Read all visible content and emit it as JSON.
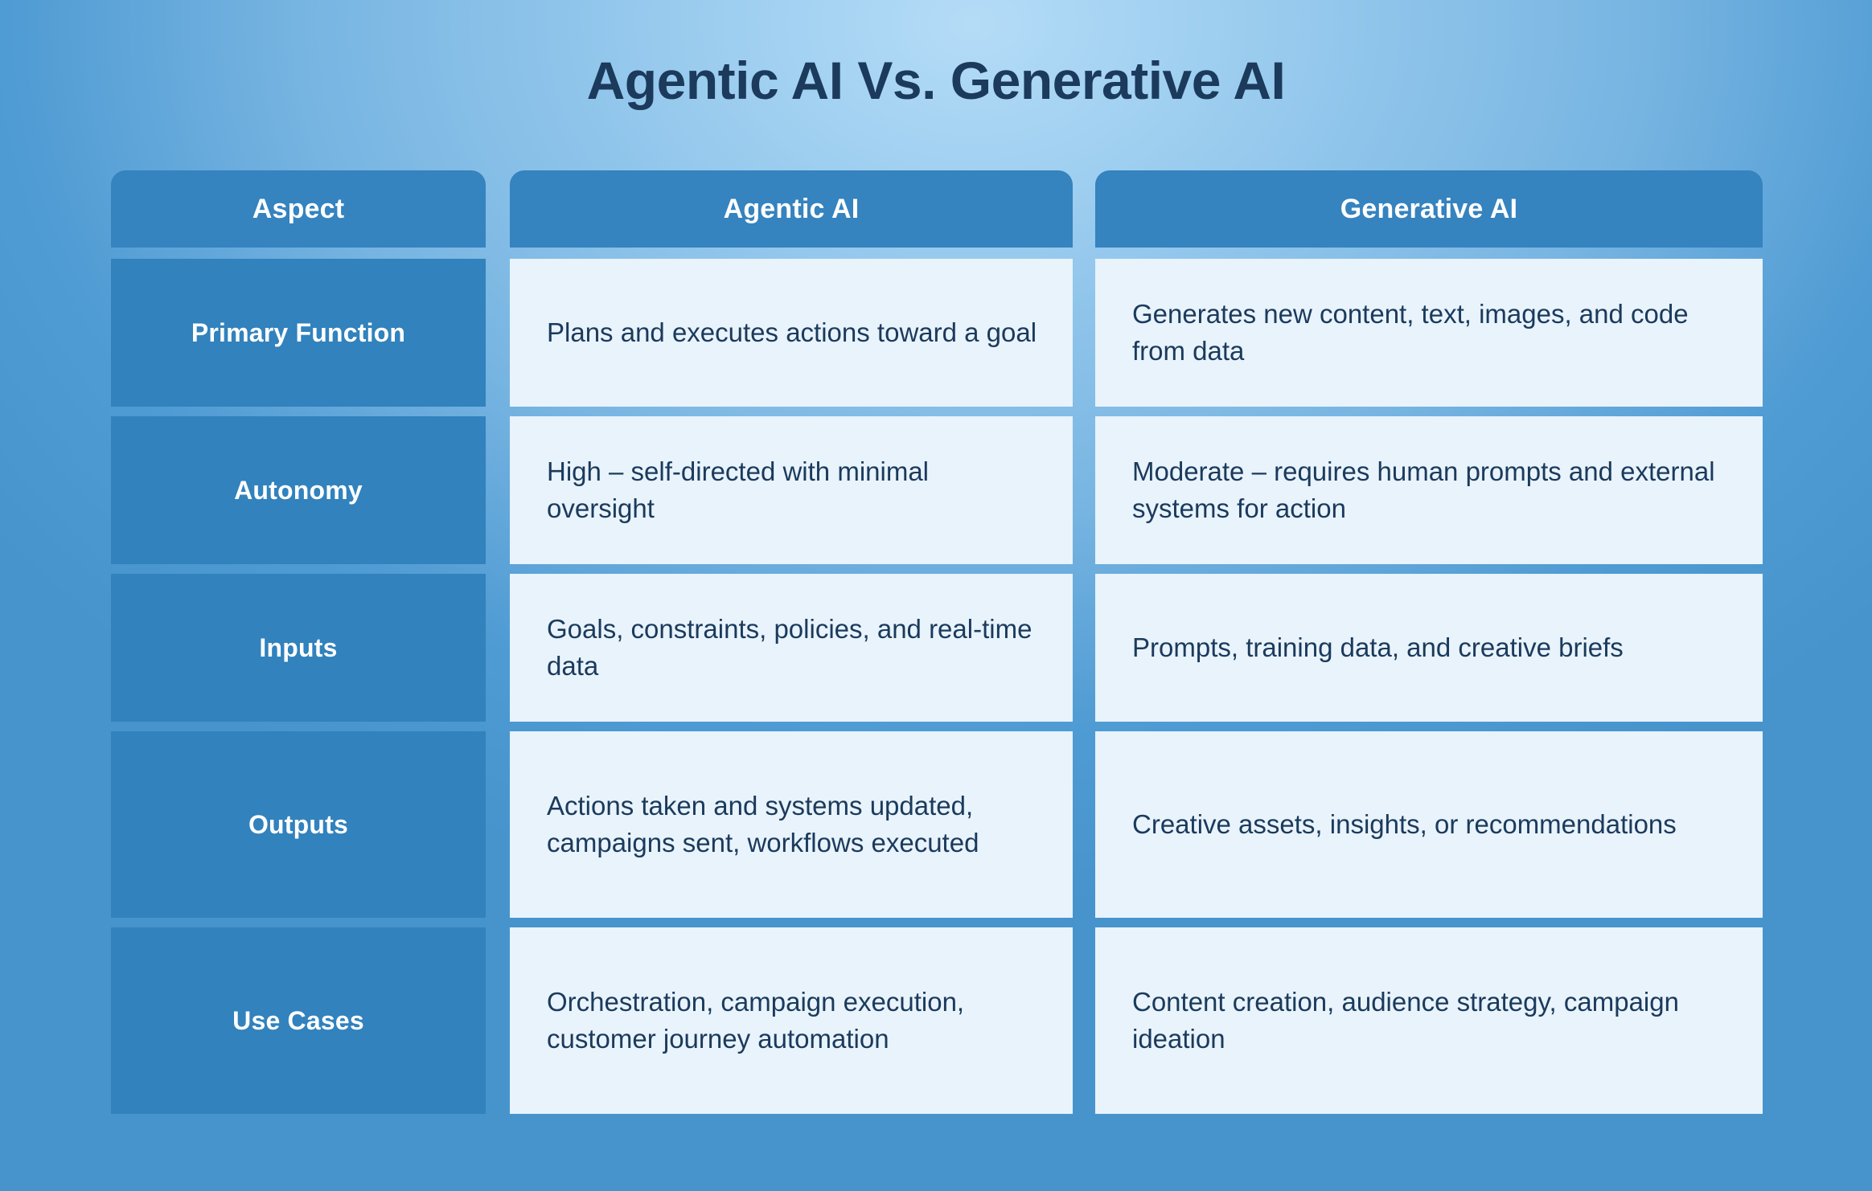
{
  "page": {
    "title": "Agentic AI Vs. Generative AI",
    "background_from": "#b4dcf7",
    "background_to": "#4794cd",
    "accent_blue": "#3583bf",
    "cell_background": "#e8f3fb",
    "text_navy": "#1b3a5c"
  },
  "table": {
    "headers": [
      {
        "label": "Aspect"
      },
      {
        "label": "Agentic AI"
      },
      {
        "label": "Generative AI"
      }
    ],
    "rows": [
      {
        "aspect": "Primary Function",
        "agentic": "Plans and executes actions toward a goal",
        "generative": "Generates new content, text, images, and code from data"
      },
      {
        "aspect": "Autonomy",
        "agentic": "High – self-directed with minimal oversight",
        "generative": "Moderate – requires human prompts and external systems for action"
      },
      {
        "aspect": "Inputs",
        "agentic": "Goals, constraints, policies, and real-time data",
        "generative": "Prompts, training data, and creative briefs"
      },
      {
        "aspect": "Outputs",
        "agentic": "Actions taken and systems updated, campaigns sent, workflows executed",
        "generative": "Creative assets, insights, or recommendations"
      },
      {
        "aspect": "Use Cases",
        "agentic": "Orchestration, campaign execution, customer journey automation",
        "generative": "Content creation, audience strategy, campaign ideation"
      }
    ]
  }
}
